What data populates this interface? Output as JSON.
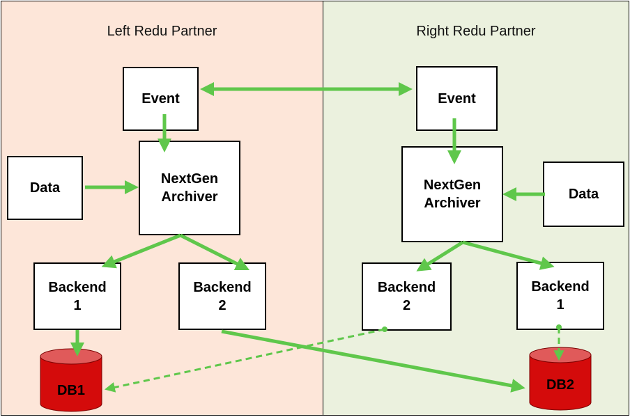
{
  "colors": {
    "left_bg": "#fde6d9",
    "right_bg": "#ebf1de",
    "arrow": "#5fc74b",
    "db_fill": "#d40b0b",
    "db_top": "#e05a5a"
  },
  "left": {
    "title": "Left Redu Partner",
    "event": "Event",
    "data": "Data",
    "archiver": "NextGen\nArchiver",
    "backend1": "Backend\n1",
    "backend2": "Backend\n2",
    "db": "DB1"
  },
  "right": {
    "title": "Right Redu Partner",
    "event": "Event",
    "data": "Data",
    "archiver": "NextGen\nArchiver",
    "backend2": "Backend\n2",
    "backend1": "Backend\n1",
    "db": "DB2"
  }
}
